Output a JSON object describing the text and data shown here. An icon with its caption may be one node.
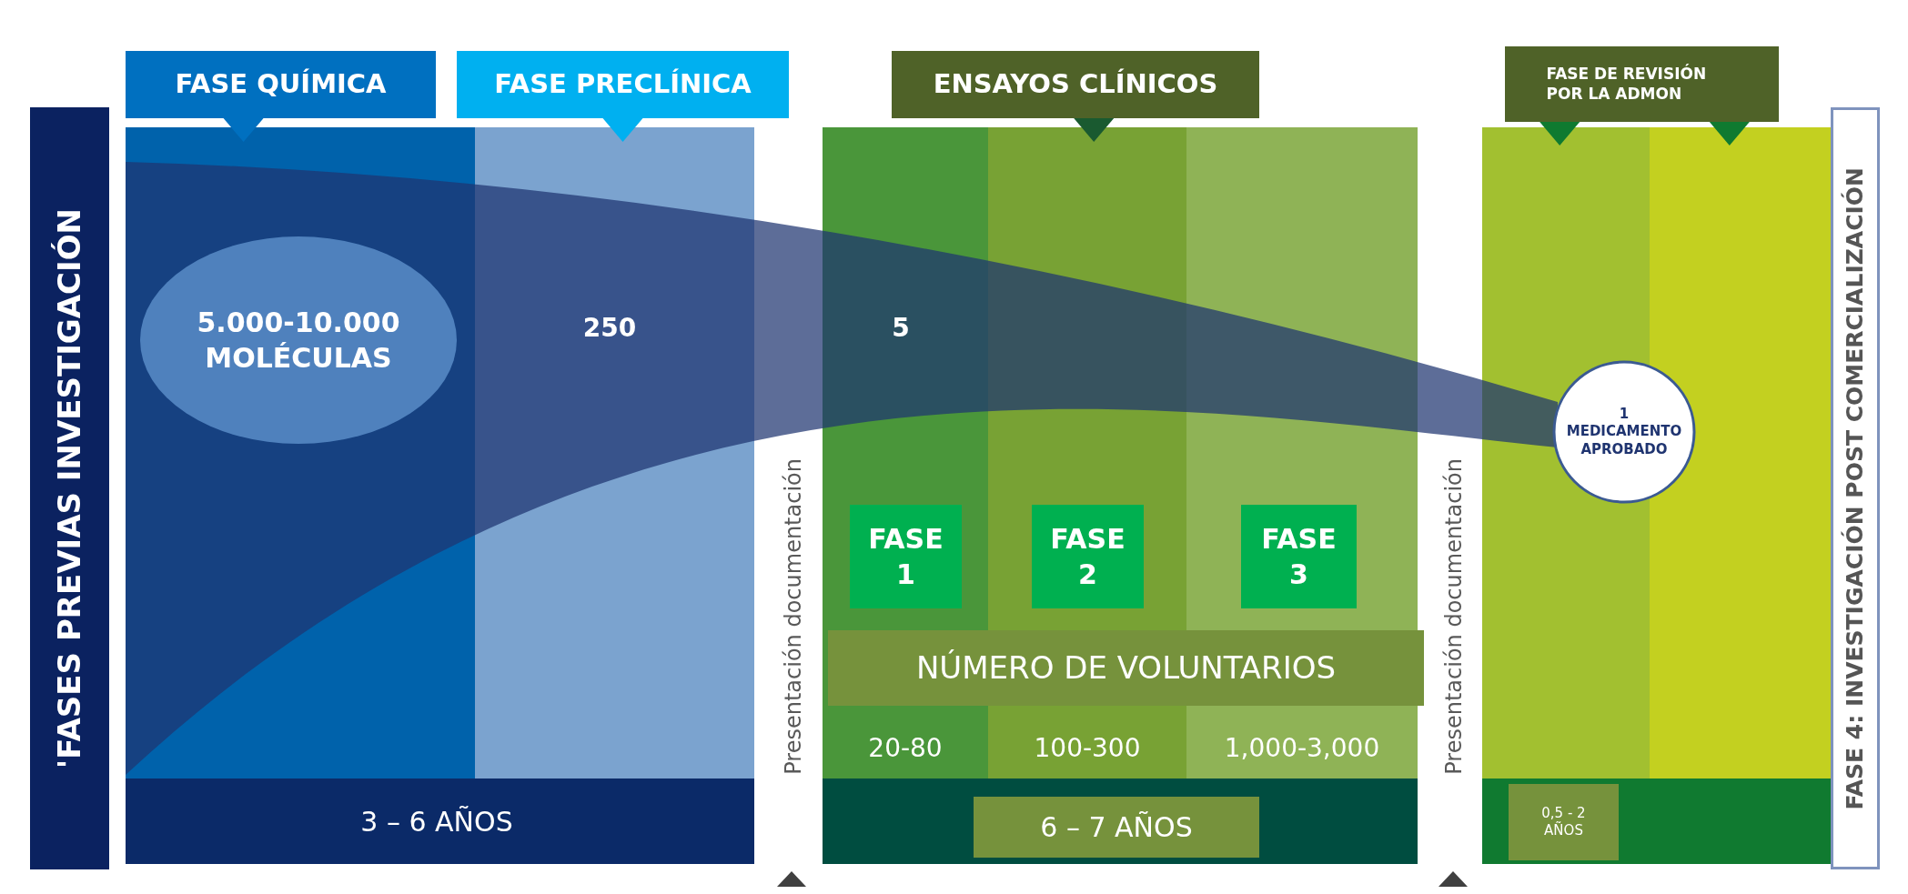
{
  "diagram": {
    "nodes": [
      {
        "text": [
          "'FASES PREVIAS INVESTIGACIÓN"
        ]
      },
      {
        "text": [
          "FASE  QUÍMICA"
        ]
      },
      {
        "text": [
          "FASE PRECLÍNICA"
        ]
      },
      {
        "text": [
          "ENSAYOS CLÍNICOS"
        ]
      },
      {
        "text": [
          "FASE DE REVISIÓN POR LA ADMON"
        ]
      },
      {
        "text": [
          "FASE 4: INVESTIGACIÓN POST COMERCIALIZACIÓN"
        ]
      },
      {
        "text": [
          "5.000-10.000 MOLÉCULAS"
        ]
      },
      {
        "text": [
          "FASE 1"
        ]
      },
      {
        "text": [
          "FASE 2"
        ]
      },
      {
        "text": [
          "FASE 3"
        ]
      },
      {
        "text": [
          "NÚMERO DE VOLUNTARIOS"
        ]
      },
      {
        "text": [
          "1 MEDICAMENTO APROBADO"
        ]
      },
      {
        "text": [
          "3 – 6 AÑOS"
        ]
      },
      {
        "text": [
          "6 – 7 AÑOS"
        ]
      },
      {
        "text": [
          "0,5 - 2 AÑOS"
        ]
      }
    ],
    "labels": [
      "250",
      "5",
      "Presentación documentación",
      "20-80",
      "100-300",
      "1,000-3,000",
      "Presentación documentación"
    ]
  }
}
